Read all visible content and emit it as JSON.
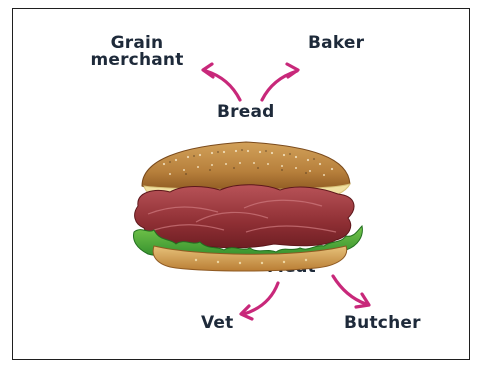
{
  "colors": {
    "text": "#1e2a3a",
    "arrow": "#c8287a",
    "frame": "#1f1f1f"
  },
  "labels": {
    "grain_merchant_line1": "Grain",
    "grain_merchant_line2": "merchant",
    "baker": "Baker",
    "bread": "Bread",
    "meat": "Meat",
    "vet": "Vet",
    "butcher": "Butcher"
  },
  "image": {
    "subject": "sandwich"
  }
}
